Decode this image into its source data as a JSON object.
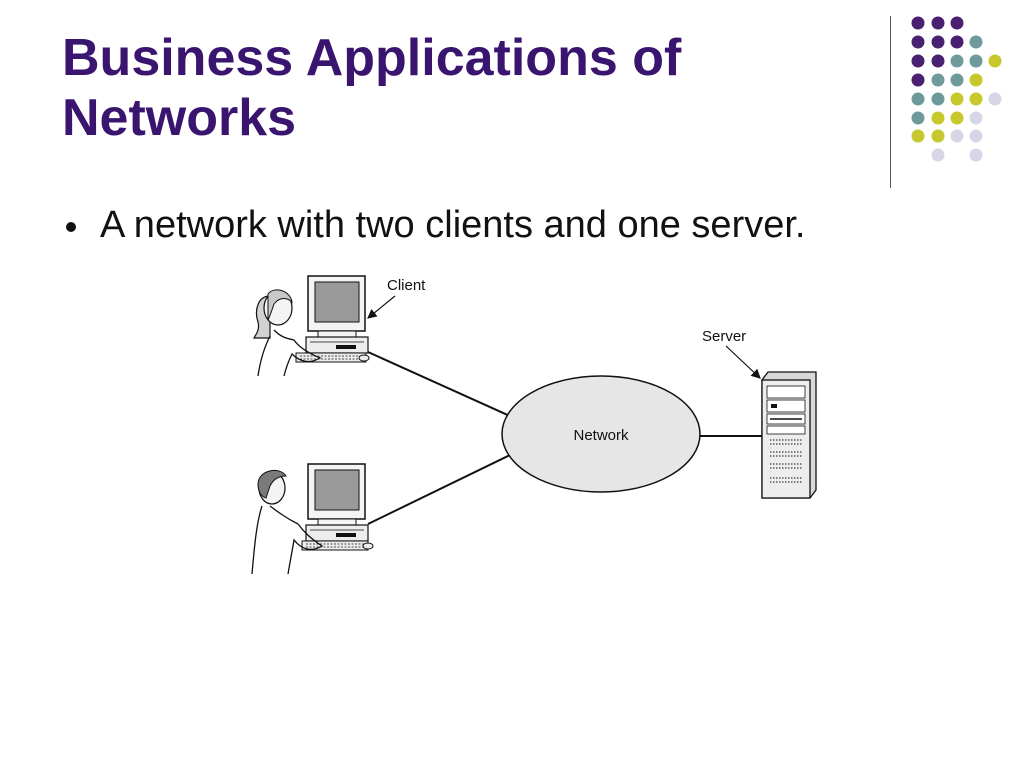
{
  "slide": {
    "title_lines": [
      "Business Applications of",
      "Networks"
    ],
    "bullet": "A network with two clients and one server."
  },
  "diagram": {
    "labels": {
      "client": "Client",
      "server": "Server",
      "network": "Network"
    }
  },
  "decoration": {
    "dot_colors": [
      "#4a2170",
      "#6e9a9c",
      "#c7c82b",
      "#d6d6e6"
    ],
    "title_color": "#3a1570"
  }
}
